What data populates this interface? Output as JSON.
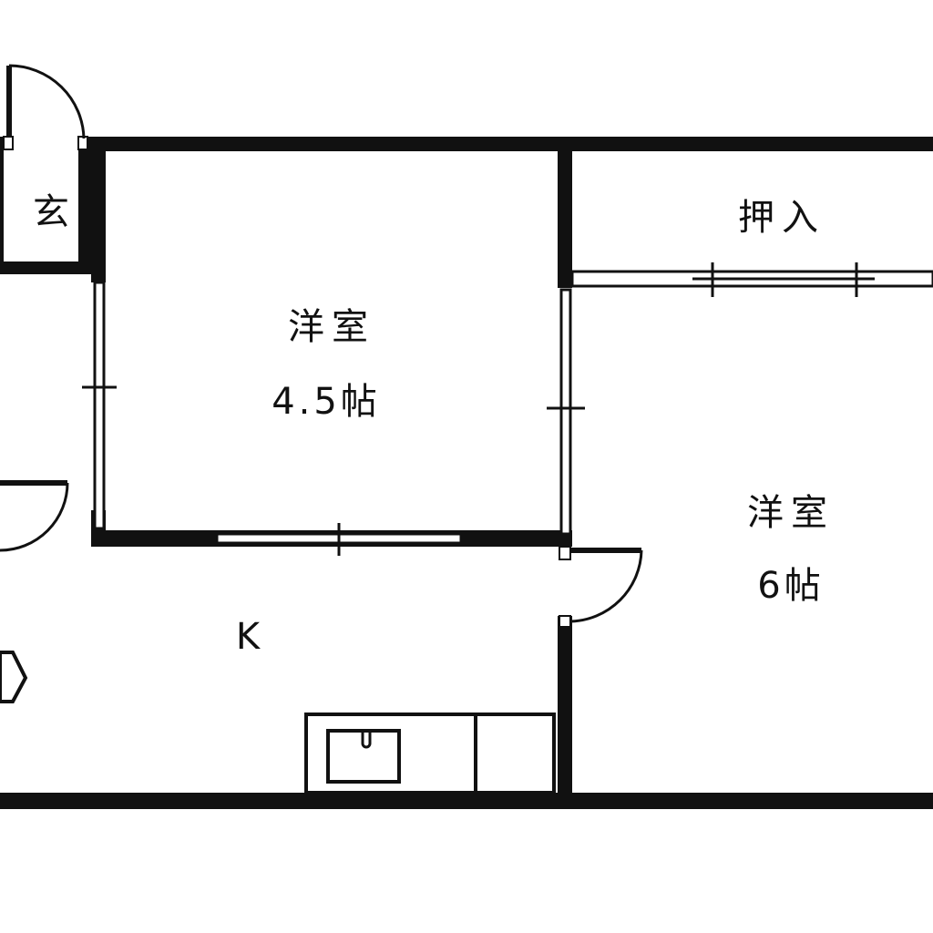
{
  "rooms": {
    "entrance": {
      "name": "玄"
    },
    "closet": {
      "name": "押入"
    },
    "western_small": {
      "name": "洋室",
      "size": "4.5帖"
    },
    "western_large": {
      "name": "洋室",
      "size": "6帖"
    },
    "kitchen": {
      "name": "K"
    }
  },
  "colors": {
    "wall": "#111111",
    "background": "#ffffff"
  }
}
